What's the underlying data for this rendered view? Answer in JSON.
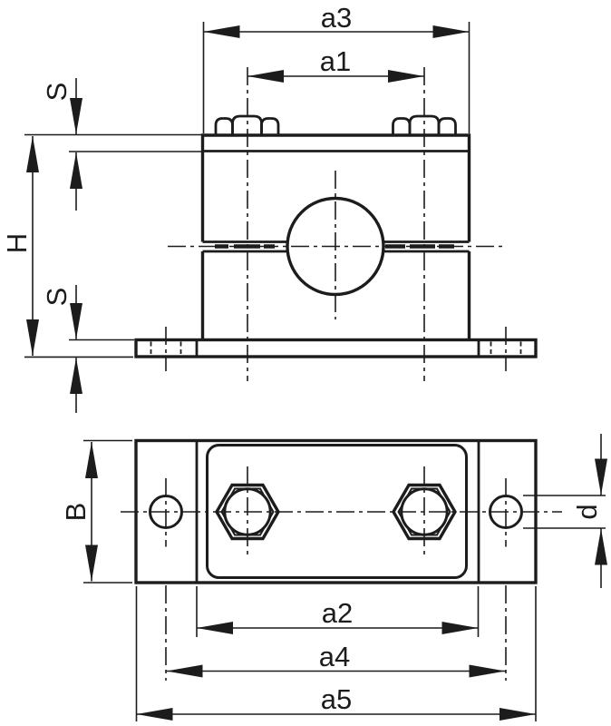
{
  "drawing": {
    "background_color": "#ffffff",
    "line_color": "#1c1c1c",
    "views": {
      "front": {
        "name": "Front elevation of pipe clamp with cover plate, bolts and mounting rail"
      },
      "plan": {
        "name": "Bottom plan view of clamp base plate with hex nuts and rail holes"
      }
    },
    "dimension_labels": {
      "a1": "a1",
      "a2": "a2",
      "a3": "a3",
      "a4": "a4",
      "a5": "a5",
      "b": "B",
      "d": "d",
      "h": "H",
      "s_top": "S",
      "s_bottom": "S"
    }
  }
}
